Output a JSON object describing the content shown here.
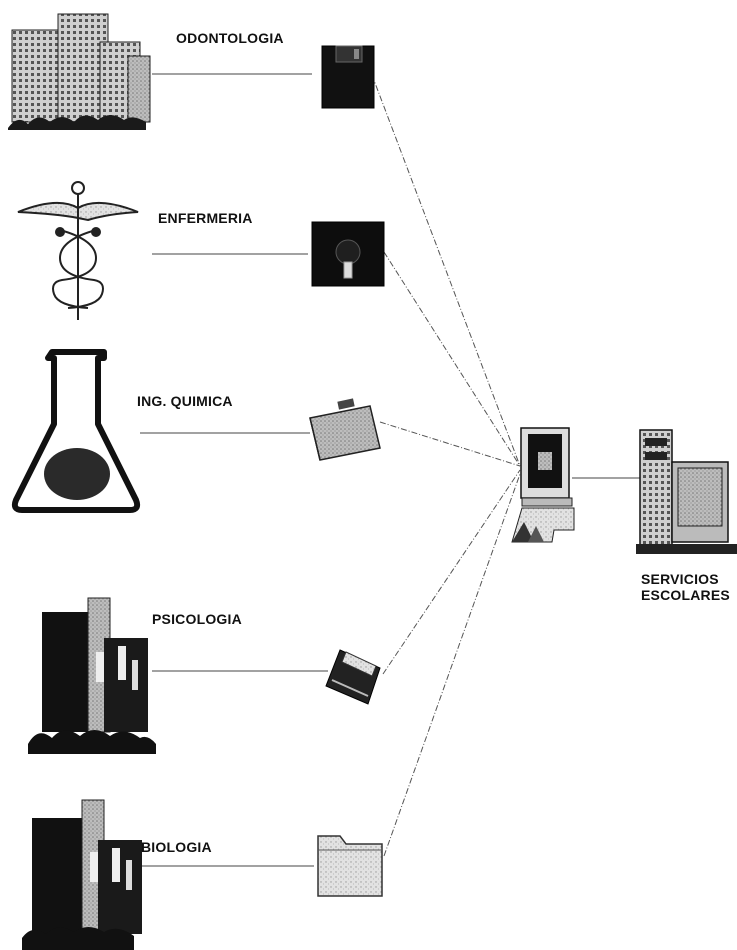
{
  "departments": [
    {
      "id": "odontologia",
      "label": "ODONTOLOGIA",
      "icon": "hospital-building-icon",
      "device": "floppy-disk-icon"
    },
    {
      "id": "enfermeria",
      "label": "ENFERMERIA",
      "icon": "caduceus-icon",
      "device": "floppy-disk-icon"
    },
    {
      "id": "ingquimica",
      "label": "ING. QUIMICA",
      "icon": "flask-icon",
      "device": "briefcase-icon"
    },
    {
      "id": "psicologia",
      "label": "PSICOLOGIA",
      "icon": "tower-building-icon",
      "device": "printer-icon"
    },
    {
      "id": "biologia",
      "label": "BIOLOGIA",
      "icon": "tower-building-icon",
      "device": "folder-icon"
    }
  ],
  "hub": {
    "icon": "computer-icon"
  },
  "server": {
    "line1": "SERVICIOS",
    "line2": "ESCOLARES",
    "icon": "server-computer-icon"
  }
}
